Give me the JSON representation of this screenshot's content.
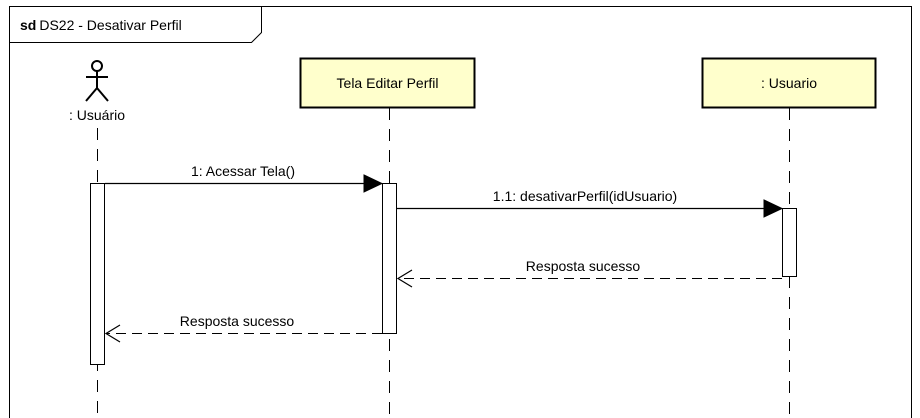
{
  "frame": {
    "keyword": "sd",
    "title": "DS22 - Desativar Perfil"
  },
  "lifelines": [
    {
      "label": ": Usuário",
      "kind": "actor"
    },
    {
      "label": "Tela Editar Perfil",
      "kind": "object"
    },
    {
      "label": ": Usuario",
      "kind": "object"
    }
  ],
  "messages": [
    {
      "label": "1: Acessar Tela()",
      "type": "sync",
      "from": 0,
      "to": 1
    },
    {
      "label": "1.1: desativarPerfil(idUsuario)",
      "type": "sync",
      "from": 1,
      "to": 2
    },
    {
      "label": "Resposta sucesso",
      "type": "reply",
      "from": 2,
      "to": 1
    },
    {
      "label": "Resposta sucesso",
      "type": "reply",
      "from": 1,
      "to": 0
    }
  ],
  "colors": {
    "object_fill": "#FFFFCC",
    "line": "#000000",
    "background": "#FFFFFF"
  }
}
